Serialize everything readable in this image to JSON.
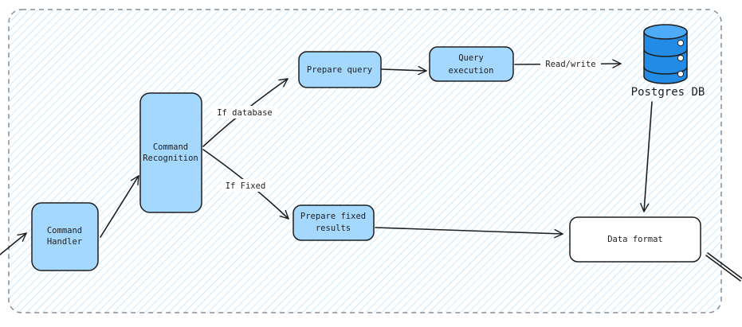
{
  "diagram": {
    "colors": {
      "node_fill": "#a5d8ff",
      "node_stroke": "#1e1e1e",
      "plain_fill": "#ffffff",
      "db_fill": "#228be6",
      "hatch": "#a5d8ff",
      "frame_stroke": "#868e96",
      "edge_stroke": "#1e1e1e"
    },
    "nodes": {
      "command_handler": {
        "lines": [
          "Command",
          "Handler"
        ]
      },
      "command_recognition": {
        "lines": [
          "Command",
          "Recognition"
        ]
      },
      "prepare_query": {
        "lines": [
          "Prepare query"
        ]
      },
      "query_execution": {
        "lines": [
          "Query",
          "execution"
        ]
      },
      "prepare_fixed_results": {
        "lines": [
          "Prepare fixed",
          "results"
        ]
      },
      "data_format": {
        "lines": [
          "Data format"
        ]
      },
      "postgres_db": {
        "label": "Postgres DB",
        "icon": "database-icon"
      }
    },
    "edges": {
      "if_database": "If database",
      "if_fixed": "If Fixed",
      "read_write": "Read/write"
    }
  }
}
